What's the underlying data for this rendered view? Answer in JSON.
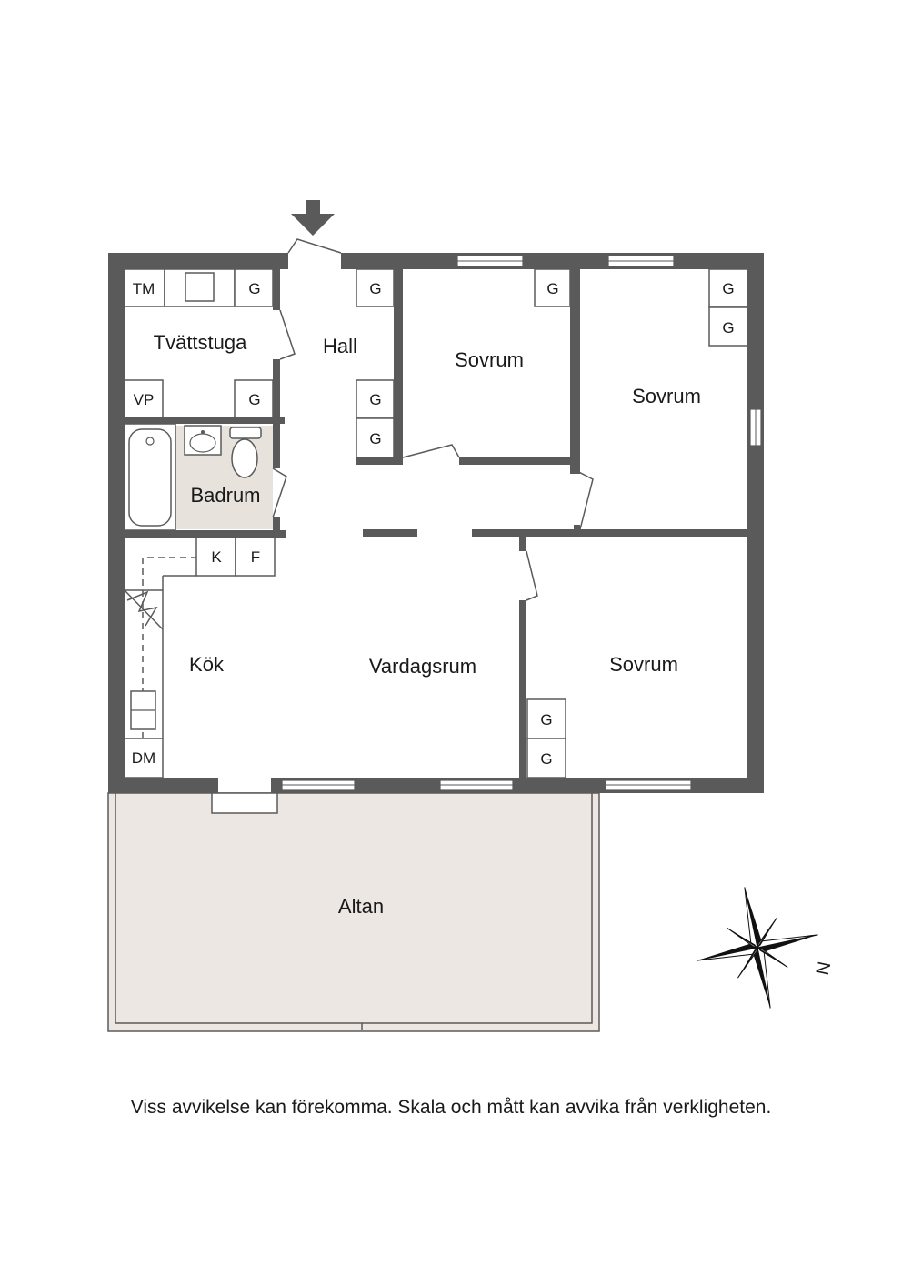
{
  "rooms": {
    "tvattstuga": "Tvättstuga",
    "hall": "Hall",
    "sovrum_1": "Sovrum",
    "sovrum_2": "Sovrum",
    "badrum": "Badrum",
    "kok": "Kök",
    "vardagsrum": "Vardagsrum",
    "sovrum_3": "Sovrum",
    "altan": "Altan"
  },
  "fixtures": {
    "tm": "TM",
    "vp": "VP",
    "k": "K",
    "f": "F",
    "dm": "DM",
    "closet": "G"
  },
  "compass": {
    "north_label": "N"
  },
  "colors": {
    "wall": "#5a5a5a",
    "altan_fill": "#ede7e3",
    "badrum_fill": "#e8e2dd"
  },
  "disclaimer": "Viss avvikelse kan förekomma. Skala och mått kan avvika från verkligheten."
}
